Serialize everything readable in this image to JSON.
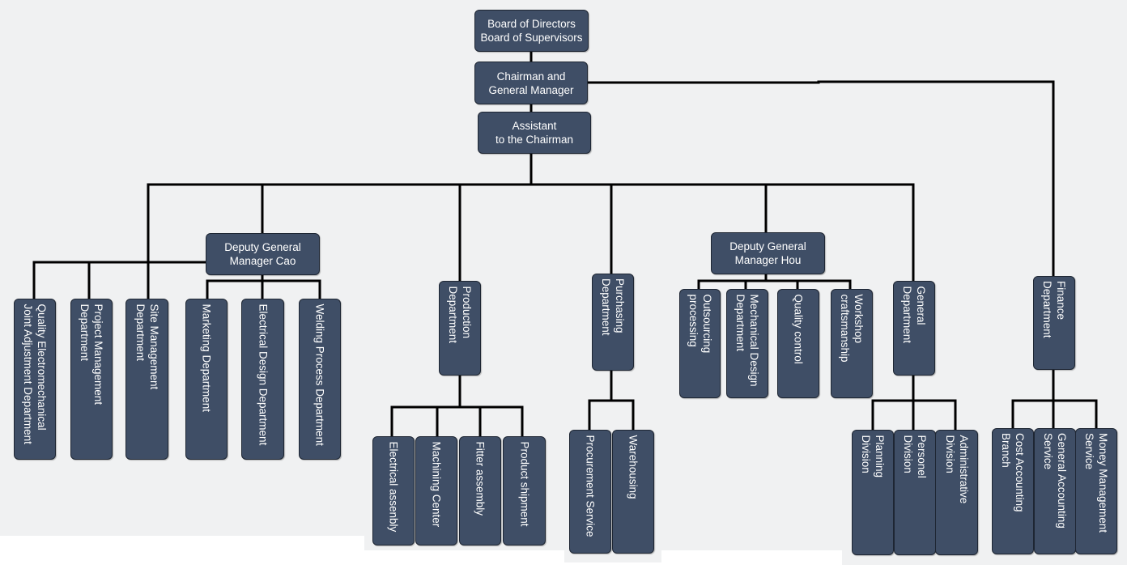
{
  "chart": {
    "top_nodes": [
      {
        "id": "board",
        "label": "Board of Directors\nBoard of Supervisors"
      },
      {
        "id": "chairman",
        "label": "Chairman and\nGeneral Manager"
      },
      {
        "id": "assistant",
        "label": "Assistant\nto the Chairman"
      },
      {
        "id": "dgm-cao",
        "label": "Deputy General\nManager Cao"
      },
      {
        "id": "dgm-hou",
        "label": "Deputy General\nManager Hou"
      }
    ],
    "departments": [
      {
        "id": "quality-electromechanical",
        "label": "Quality Electromechanical\nJoint Adjustment Department"
      },
      {
        "id": "project-management",
        "label": "Project Management\nDepartment"
      },
      {
        "id": "site-management",
        "label": "Site Management\nDepartment"
      },
      {
        "id": "marketing",
        "label": "Marketing Department"
      },
      {
        "id": "electrical-design",
        "label": "Electrical Design Department"
      },
      {
        "id": "welding-process",
        "label": "Welding Process Department"
      },
      {
        "id": "production",
        "label": "Production\nDepartment"
      },
      {
        "id": "electrical-assembly",
        "label": "Electrical assenbly"
      },
      {
        "id": "machining-center",
        "label": "Machining Center"
      },
      {
        "id": "fitter-assembly",
        "label": "Fitter assembly"
      },
      {
        "id": "product-shipment",
        "label": "Product shipment"
      },
      {
        "id": "purchasing",
        "label": "Purchasing\nDepartment"
      },
      {
        "id": "procurement-service",
        "label": "Procurement Service"
      },
      {
        "id": "warehousing",
        "label": "Warehousing"
      },
      {
        "id": "outsourcing",
        "label": "Outsourcing\nprocessing"
      },
      {
        "id": "mechanical-design",
        "label": "Mechanical Design\nDepartment"
      },
      {
        "id": "quality-control",
        "label": "Quality control"
      },
      {
        "id": "workshop",
        "label": "Workshop\ncraftsmanship"
      },
      {
        "id": "general",
        "label": "General\nDepartment"
      },
      {
        "id": "planning",
        "label": "Planning\nDivision"
      },
      {
        "id": "personnel",
        "label": "Personel\nDivision"
      },
      {
        "id": "administrative",
        "label": "Administrative\nDivision"
      },
      {
        "id": "finance",
        "label": "Finance\nDepartment"
      },
      {
        "id": "cost-accounting",
        "label": "Cost Accounting\nBranch"
      },
      {
        "id": "general-accounting",
        "label": "General Accounting\nService"
      },
      {
        "id": "money-management",
        "label": "Money Management\nService"
      }
    ]
  }
}
